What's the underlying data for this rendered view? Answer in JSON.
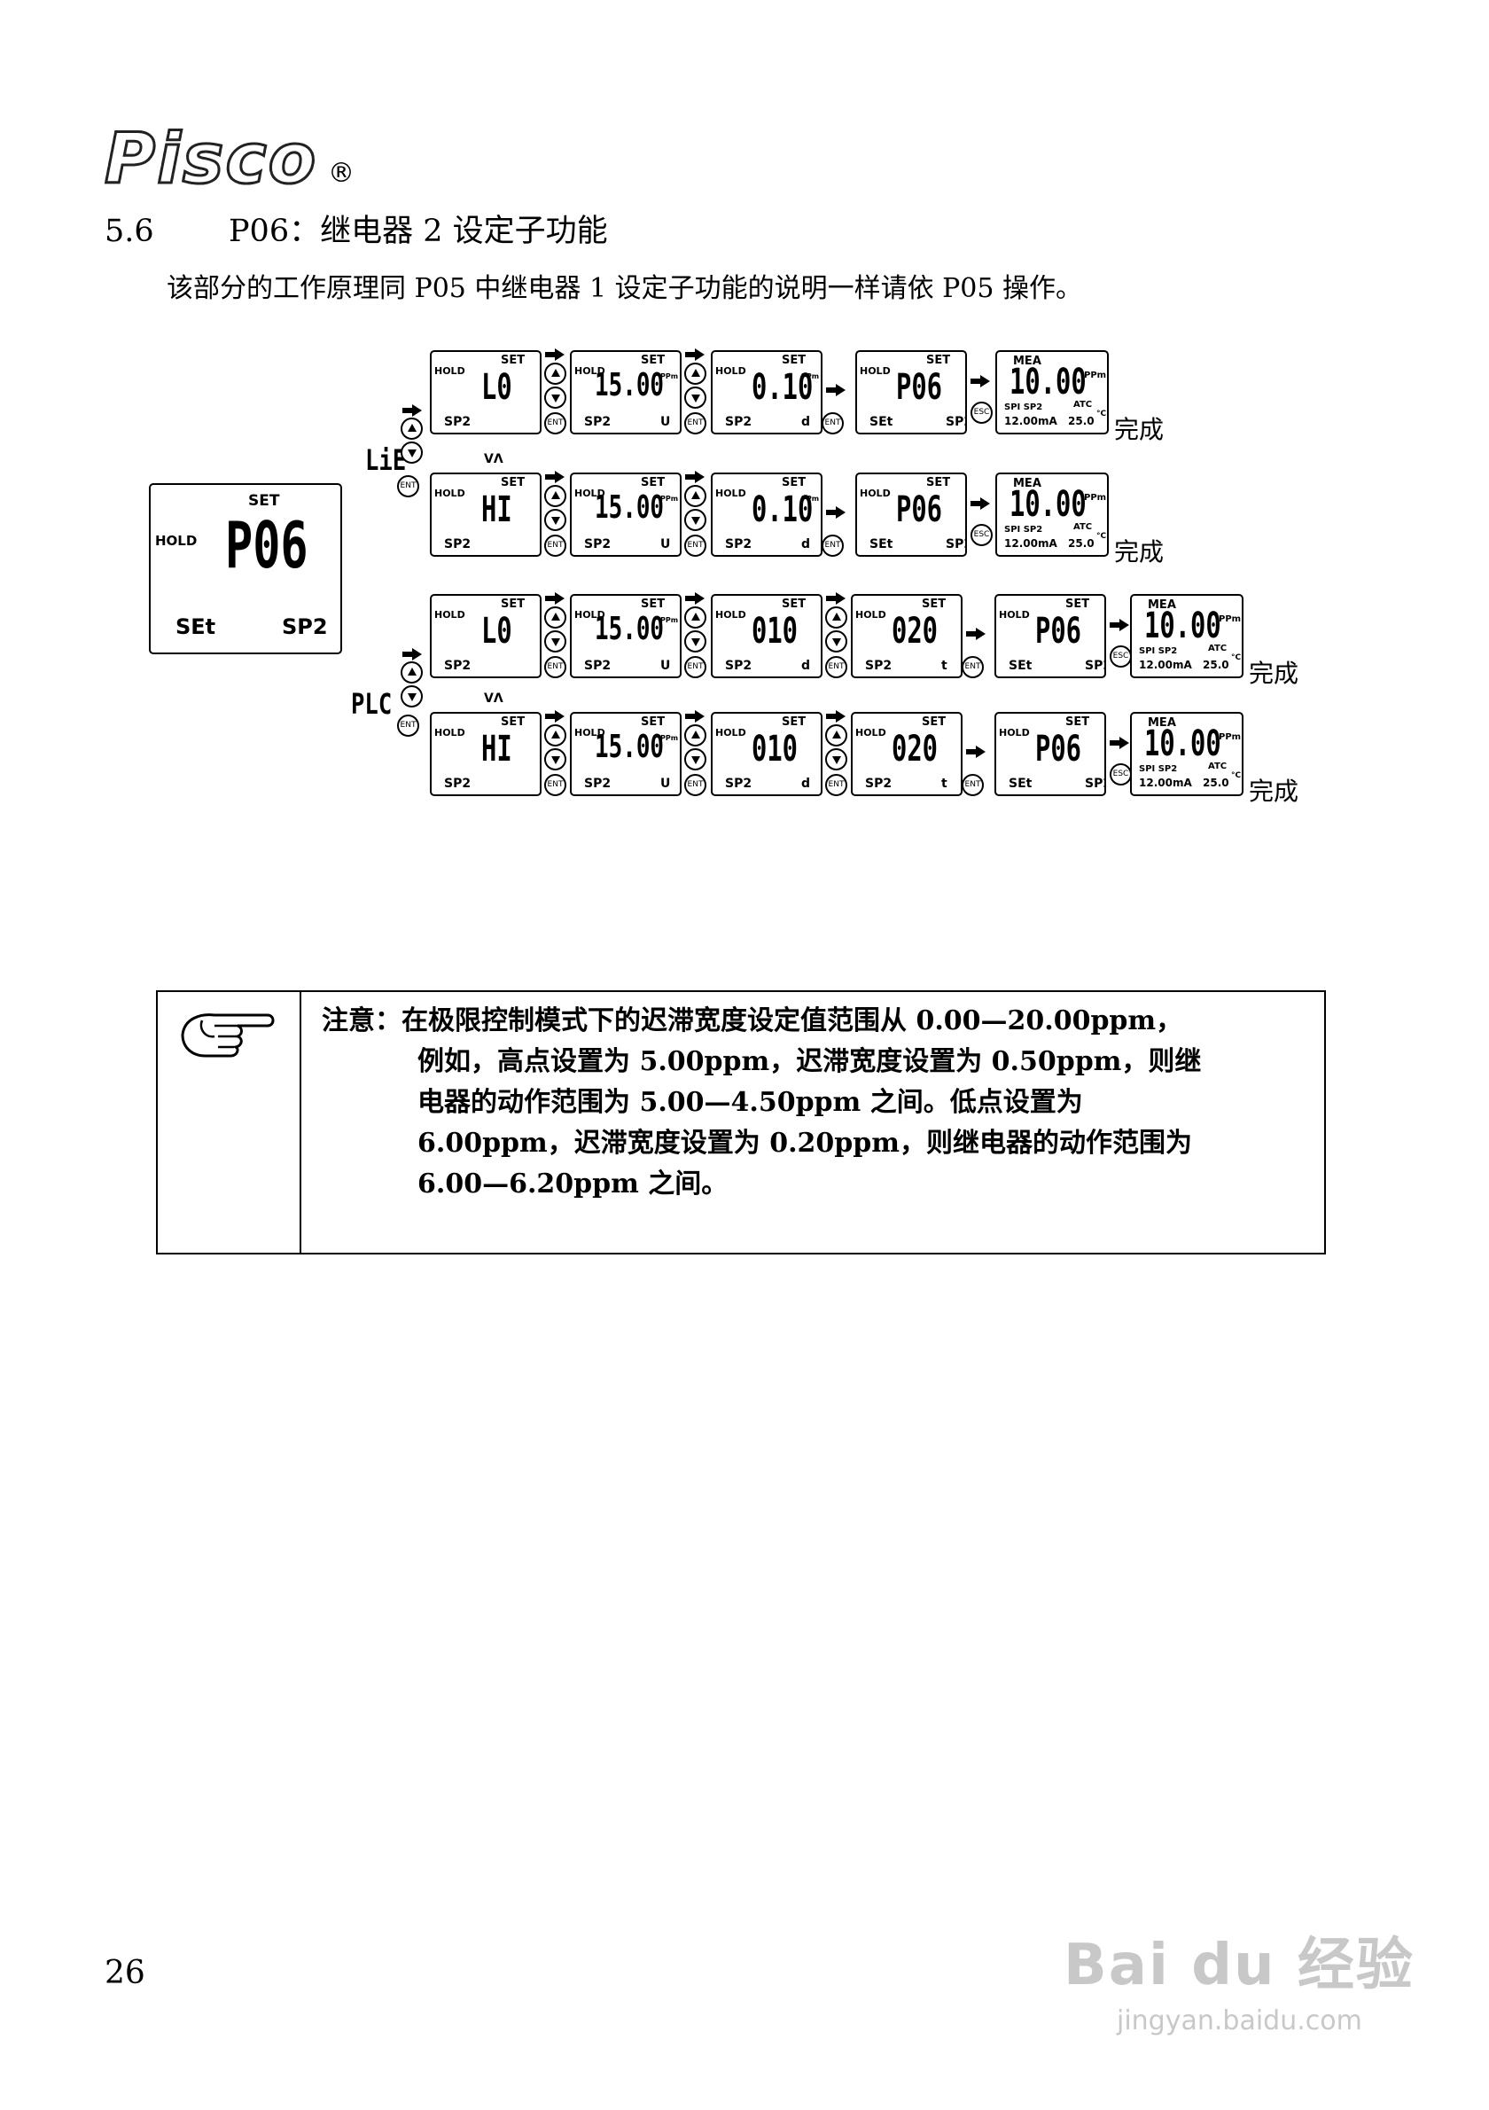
{
  "header": {
    "logo_text": "Pisco",
    "logo_reg": "®",
    "section_number": "5.6",
    "section_title": "P06：继电器 2 设定子功能",
    "intro": "该部分的工作原理同 P05 中继电器 1 设定子功能的说明一样请依 P05 操作。"
  },
  "diagram": {
    "main_panel": {
      "set": "SET",
      "hold": "HOLD",
      "code": "P06",
      "left": "SEt",
      "right": "SP2"
    },
    "modes": [
      "LiE",
      "PLC"
    ],
    "va_label": "VΛ",
    "done_label": "完成",
    "btn_ent": "ENT",
    "btn_esc": "ESC",
    "rows": [
      {
        "panels": [
          {
            "hold": "HOLD",
            "set": "SET",
            "value": "L0",
            "bl": "SP2",
            "br": ""
          },
          {
            "hold": "HOLD",
            "set": "SET",
            "value": "15.00",
            "unit": "PPm",
            "bl": "SP2",
            "br": "U"
          },
          {
            "hold": "HOLD",
            "set": "SET",
            "value": "0.10",
            "unit": "PPm",
            "bl": "SP2",
            "br": "d"
          },
          {
            "hold": "HOLD",
            "set": "SET",
            "value": "P06",
            "bl": "SEt",
            "br": "SP2"
          },
          {
            "mea": "MEA",
            "value": "10.00",
            "unit": "PPm",
            "sp": "SPI SP2",
            "atc": "ATC",
            "ma": "12.00mA",
            "temp": "25.0",
            "tu": "°C"
          }
        ]
      },
      {
        "panels": [
          {
            "hold": "HOLD",
            "set": "SET",
            "value": "HI",
            "bl": "SP2",
            "br": ""
          },
          {
            "hold": "HOLD",
            "set": "SET",
            "value": "15.00",
            "unit": "PPm",
            "bl": "SP2",
            "br": "U"
          },
          {
            "hold": "HOLD",
            "set": "SET",
            "value": "0.10",
            "unit": "PPm",
            "bl": "SP2",
            "br": "d"
          },
          {
            "hold": "HOLD",
            "set": "SET",
            "value": "P06",
            "bl": "SEt",
            "br": "SP2"
          },
          {
            "mea": "MEA",
            "value": "10.00",
            "unit": "PPm",
            "sp": "SPI SP2",
            "atc": "ATC",
            "ma": "12.00mA",
            "temp": "25.0",
            "tu": "°C"
          }
        ]
      },
      {
        "panels": [
          {
            "hold": "HOLD",
            "set": "SET",
            "value": "L0",
            "bl": "SP2",
            "br": ""
          },
          {
            "hold": "HOLD",
            "set": "SET",
            "value": "15.00",
            "unit": "PPm",
            "bl": "SP2",
            "br": "U"
          },
          {
            "hold": "HOLD",
            "set": "SET",
            "value": "010",
            "bl": "SP2",
            "br": "d"
          },
          {
            "hold": "HOLD",
            "set": "SET",
            "value": "020",
            "bl": "SP2",
            "br": "t"
          },
          {
            "hold": "HOLD",
            "set": "SET",
            "value": "P06",
            "bl": "SEt",
            "br": "SP2"
          },
          {
            "mea": "MEA",
            "value": "10.00",
            "unit": "PPm",
            "sp": "SPI SP2",
            "atc": "ATC",
            "ma": "12.00mA",
            "temp": "25.0",
            "tu": "°C"
          }
        ]
      },
      {
        "panels": [
          {
            "hold": "HOLD",
            "set": "SET",
            "value": "HI",
            "bl": "SP2",
            "br": ""
          },
          {
            "hold": "HOLD",
            "set": "SET",
            "value": "15.00",
            "unit": "PPm",
            "bl": "SP2",
            "br": "U"
          },
          {
            "hold": "HOLD",
            "set": "SET",
            "value": "010",
            "bl": "SP2",
            "br": "d"
          },
          {
            "hold": "HOLD",
            "set": "SET",
            "value": "020",
            "bl": "SP2",
            "br": "t"
          },
          {
            "hold": "HOLD",
            "set": "SET",
            "value": "P06",
            "bl": "SEt",
            "br": "SP2"
          },
          {
            "mea": "MEA",
            "value": "10.00",
            "unit": "PPm",
            "sp": "SPI SP2",
            "atc": "ATC",
            "ma": "12.00mA",
            "temp": "25.0",
            "tu": "°C"
          }
        ]
      }
    ]
  },
  "note": {
    "icon": "pointing-hand-icon",
    "label": "注意：",
    "lines": [
      "在极限控制模式下的迟滞宽度设定值范围从 0.00—20.00ppm，",
      "例如，高点设置为 5.00ppm，迟滞宽度设置为 0.50ppm，则继",
      "电器的动作范围为 5.00—4.50ppm 之间。低点设置为",
      "6.00ppm，迟滞宽度设置为 0.20ppm，则继电器的动作范围为",
      "6.00—6.20ppm 之间。"
    ]
  },
  "footer": {
    "page_number": "26"
  },
  "watermark": {
    "main": "Bai du 经验",
    "url": "jingyan.baidu.com"
  }
}
